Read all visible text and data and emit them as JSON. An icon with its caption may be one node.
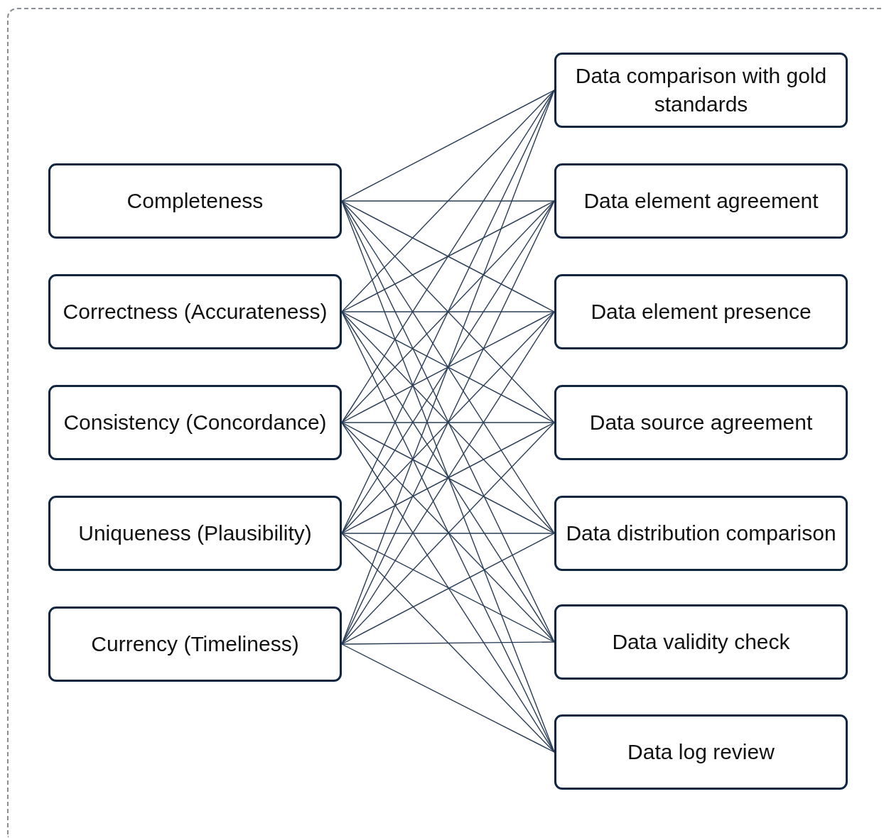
{
  "diagram": {
    "nodes": [
      {
        "text": [
          "Completeness"
        ]
      },
      {
        "text": [
          "Correctness (Accurateness)"
        ]
      },
      {
        "text": [
          "Consistency (Concordance)"
        ]
      },
      {
        "text": [
          "Uniqueness (Plausibility)"
        ]
      },
      {
        "text": [
          "Currency (Timeliness)"
        ]
      },
      {
        "text": [
          "Data comparison with gold standards"
        ]
      },
      {
        "text": [
          "Data element agreement"
        ]
      },
      {
        "text": [
          "Data element presence"
        ]
      },
      {
        "text": [
          "Data source agreement"
        ]
      },
      {
        "text": [
          "Data distribution comparison"
        ]
      },
      {
        "text": [
          "Data validity check"
        ]
      },
      {
        "text": [
          "Data log review"
        ]
      }
    ],
    "edges": [
      {
        "from": 0,
        "to": 5,
        "arrow": "none"
      },
      {
        "from": 0,
        "to": 6,
        "arrow": "none"
      },
      {
        "from": 0,
        "to": 7,
        "arrow": "none"
      },
      {
        "from": 0,
        "to": 8,
        "arrow": "none"
      },
      {
        "from": 0,
        "to": 9,
        "arrow": "none"
      },
      {
        "from": 0,
        "to": 10,
        "arrow": "none"
      },
      {
        "from": 0,
        "to": 11,
        "arrow": "none"
      },
      {
        "from": 1,
        "to": 5,
        "arrow": "none"
      },
      {
        "from": 1,
        "to": 6,
        "arrow": "none"
      },
      {
        "from": 1,
        "to": 7,
        "arrow": "none"
      },
      {
        "from": 1,
        "to": 8,
        "arrow": "none"
      },
      {
        "from": 1,
        "to": 9,
        "arrow": "none"
      },
      {
        "from": 1,
        "to": 10,
        "arrow": "none"
      },
      {
        "from": 1,
        "to": 11,
        "arrow": "none"
      },
      {
        "from": 2,
        "to": 5,
        "arrow": "none"
      },
      {
        "from": 2,
        "to": 6,
        "arrow": "none"
      },
      {
        "from": 2,
        "to": 7,
        "arrow": "none"
      },
      {
        "from": 2,
        "to": 8,
        "arrow": "none"
      },
      {
        "from": 2,
        "to": 9,
        "arrow": "none"
      },
      {
        "from": 2,
        "to": 10,
        "arrow": "none"
      },
      {
        "from": 2,
        "to": 11,
        "arrow": "none"
      },
      {
        "from": 3,
        "to": 5,
        "arrow": "none"
      },
      {
        "from": 3,
        "to": 6,
        "arrow": "none"
      },
      {
        "from": 3,
        "to": 7,
        "arrow": "none"
      },
      {
        "from": 3,
        "to": 8,
        "arrow": "none"
      },
      {
        "from": 3,
        "to": 9,
        "arrow": "none"
      },
      {
        "from": 3,
        "to": 10,
        "arrow": "none"
      },
      {
        "from": 3,
        "to": 11,
        "arrow": "none"
      },
      {
        "from": 4,
        "to": 5,
        "arrow": "none"
      },
      {
        "from": 4,
        "to": 6,
        "arrow": "none"
      },
      {
        "from": 4,
        "to": 7,
        "arrow": "none"
      },
      {
        "from": 4,
        "to": 8,
        "arrow": "none"
      },
      {
        "from": 4,
        "to": 9,
        "arrow": "none"
      },
      {
        "from": 4,
        "to": 10,
        "arrow": "none"
      },
      {
        "from": 4,
        "to": 11,
        "arrow": "none"
      }
    ]
  }
}
